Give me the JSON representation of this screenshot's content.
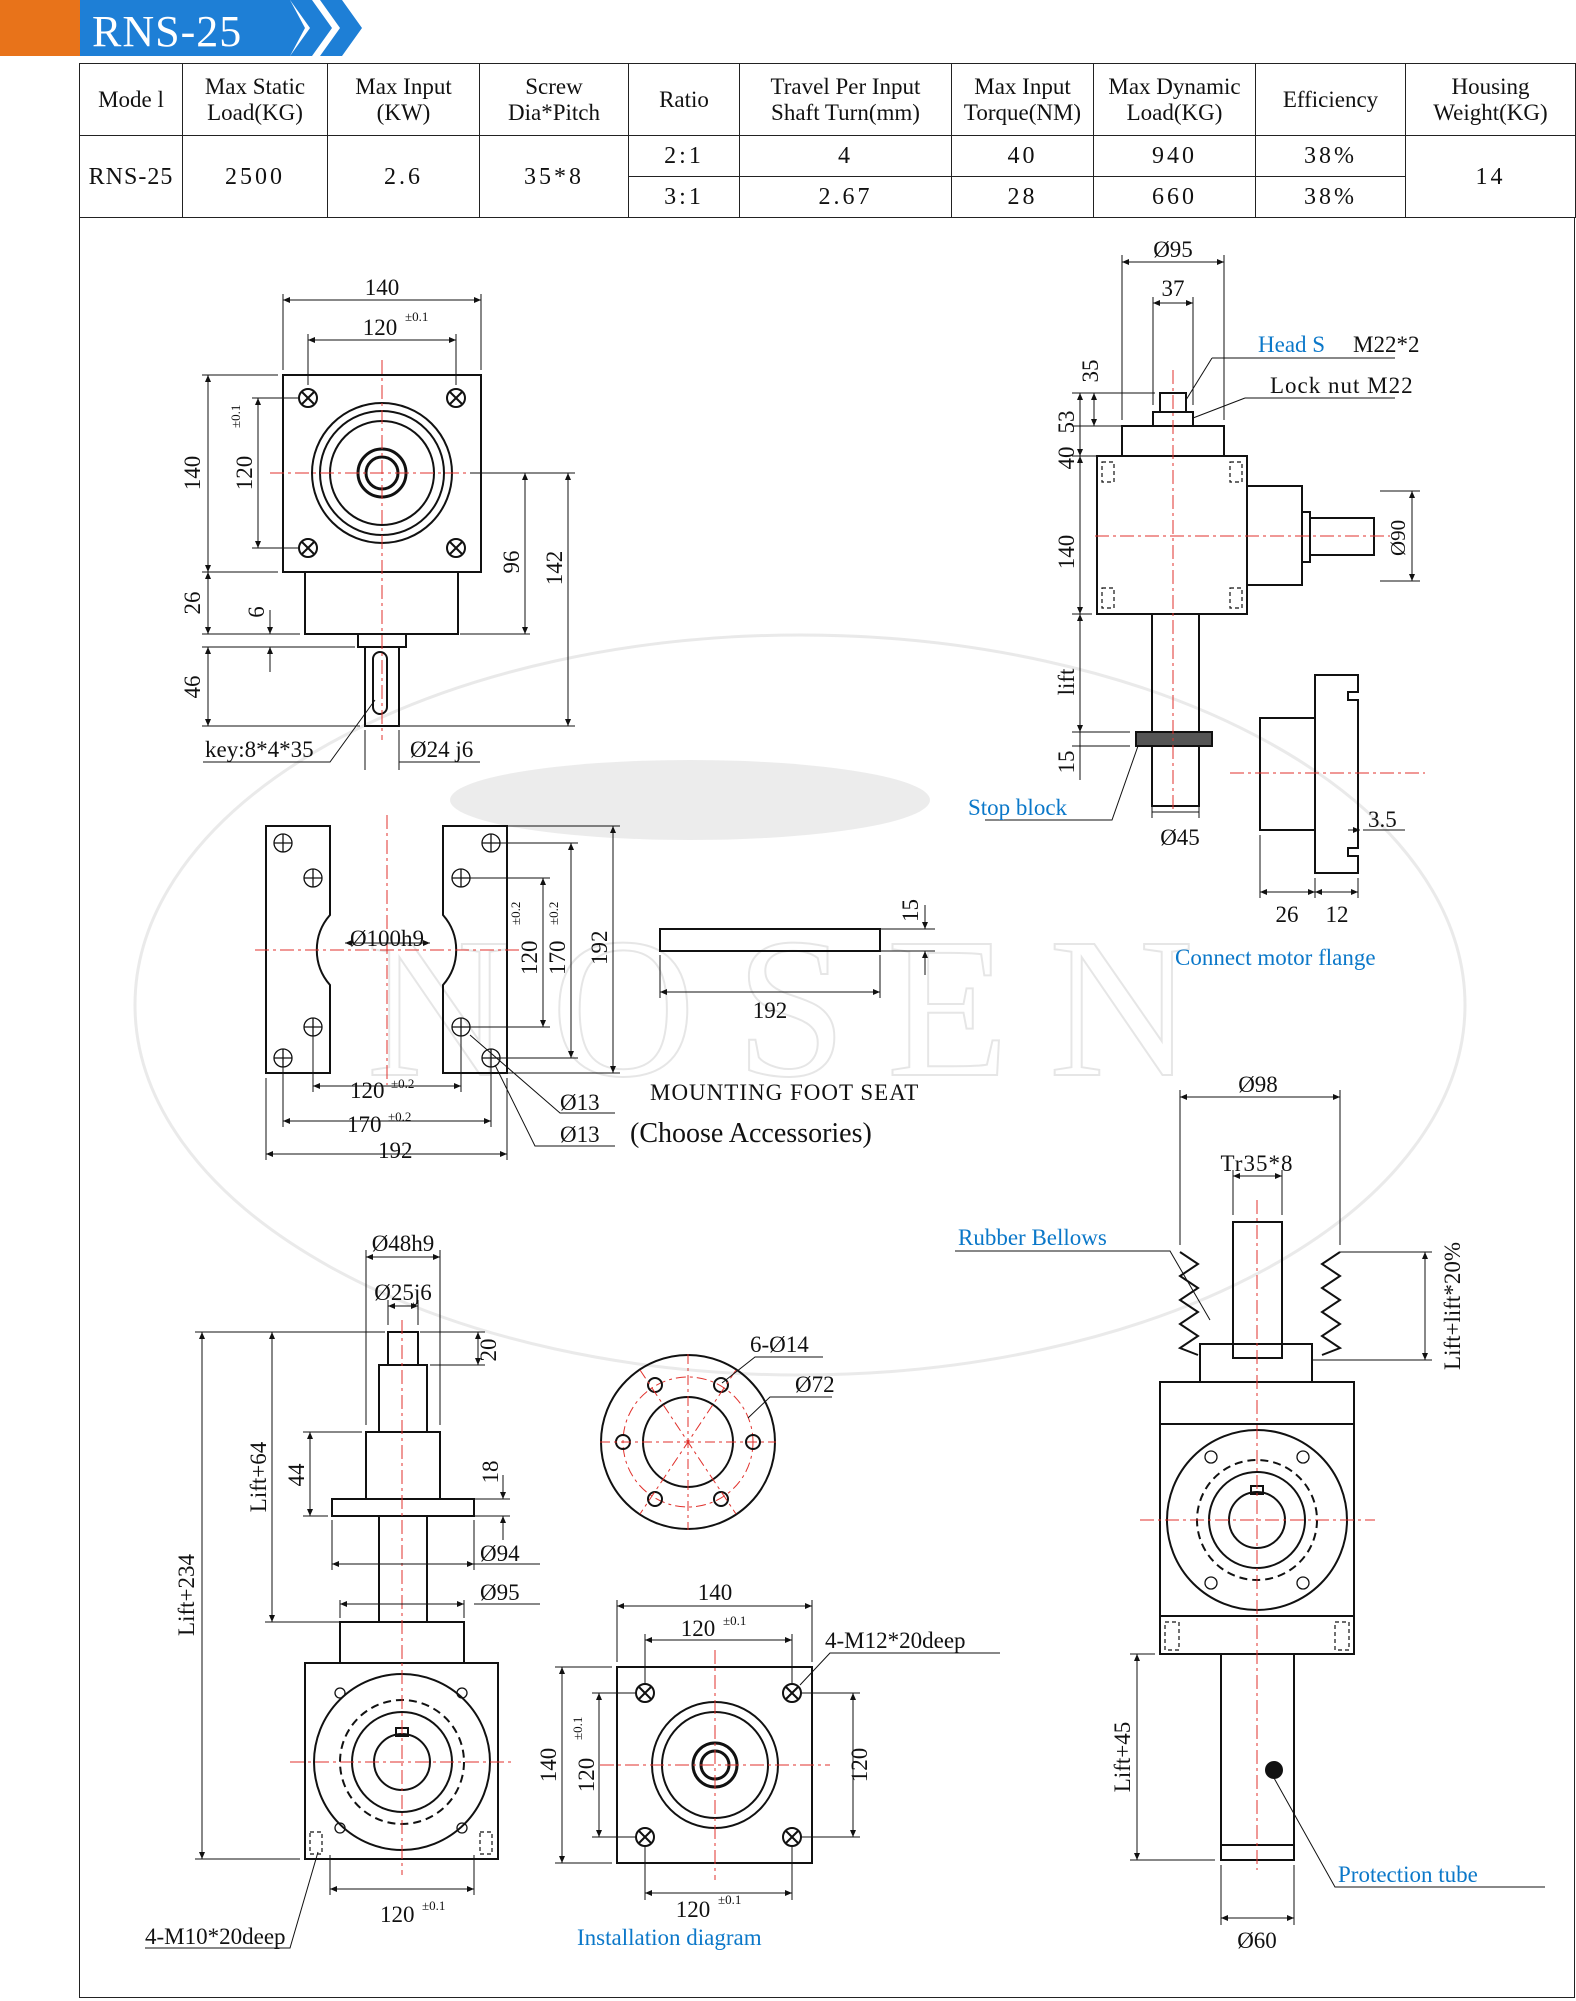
{
  "header": {
    "title": "RNS-25"
  },
  "spec_table": {
    "headers": {
      "model": "Mode l",
      "max_static_load": [
        "Max Static",
        "Load(KG)"
      ],
      "max_input": [
        "Max Input",
        "(KW)"
      ],
      "screw": [
        "Screw",
        "Dia*Pitch"
      ],
      "ratio": "Ratio",
      "travel": [
        "Travel Per Input",
        "Shaft Turn(mm)"
      ],
      "torque": [
        "Max Input",
        "Torque(NM)"
      ],
      "dynamic": [
        "Max Dynamic",
        "Load(KG)"
      ],
      "efficiency": "Efficiency",
      "housing": [
        "Housing",
        "Weight(KG)"
      ]
    },
    "row": {
      "model": "RNS-25",
      "max_static_load": "2500",
      "max_input": "2.6",
      "screw": "35*8",
      "housing_weight": "14",
      "ratios": [
        {
          "ratio": "2:1",
          "travel": "4",
          "torque": "40",
          "dynamic": "940",
          "efficiency": "38%"
        },
        {
          "ratio": "3:1",
          "travel": "2.67",
          "torque": "28",
          "dynamic": "660",
          "efficiency": "38%"
        }
      ]
    }
  },
  "watermark": "NOSEN",
  "colors": {
    "header_orange": "#e8731a",
    "header_blue": "#1e7fd6",
    "callout_blue": "#0b78c9",
    "centerline_red": "#e0312c"
  },
  "top_front_view": {
    "dims": {
      "w140": "140",
      "w120": "120",
      "tol01": "±0.1",
      "h140": "140",
      "h120": "120",
      "d26": "26",
      "d6": "6",
      "d46": "46",
      "d96": "96",
      "d142": "142"
    },
    "key_label": "key:8*4*35",
    "shaft_label": "Ø24 j6"
  },
  "top_side_view": {
    "dims": {
      "d95": "Ø95",
      "d37": "37",
      "d35": "35",
      "d53": "53",
      "d40": "40",
      "d140": "140",
      "lift": "lift",
      "d15": "15",
      "d90": "Ø90",
      "d45": "Ø45"
    },
    "head_s": "Head S",
    "head_spec": "M22*2",
    "lock_nut": "Lock nut M22",
    "stop_block": "Stop block"
  },
  "motor_flange": {
    "d3_5": "3.5",
    "d26": "26",
    "d12": "12",
    "label": "Connect motor flange"
  },
  "mounting_foot": {
    "bore": "Ø100h9",
    "dims": {
      "h120": "120",
      "h170": "170",
      "h192": "192",
      "tol02": "±0.2",
      "w120": "120",
      "w170": "170",
      "w192": "192",
      "hole1": "Ø13",
      "hole2": "Ø13",
      "plate_t": "15",
      "plate_w": "192"
    },
    "label1": "MOUNTING FOOT SEAT",
    "label2": "(Choose Accessories)"
  },
  "bellows_view": {
    "d98": "Ø98",
    "tr": "Tr35*8",
    "lift20": "Lift+lift*20%",
    "lift45": "Lift+45",
    "d60": "Ø60",
    "rubber": "Rubber Bellows",
    "protection": "Protection tube"
  },
  "bottom_left_view": {
    "dims": {
      "d48": "Ø48h9",
      "d25": "Ø25j6",
      "d20": "20",
      "lift64": "Lift+64",
      "d44": "44",
      "d18": "18",
      "d94": "Ø94",
      "d95": "Ø95",
      "lift234": "Lift+234",
      "w120": "120",
      "tol01": "±0.1"
    },
    "thread_label": "4-M10*20deep"
  },
  "flange_detail": {
    "holes": "6-Ø14",
    "pcd": "Ø72"
  },
  "installation": {
    "dims": {
      "w140": "140",
      "w120": "120",
      "tol01": "±0.1",
      "h140": "140",
      "h120": "120",
      "h120r": "120",
      "b120": "120"
    },
    "thread_label": "4-M12*20deep",
    "label": "Installation diagram"
  }
}
